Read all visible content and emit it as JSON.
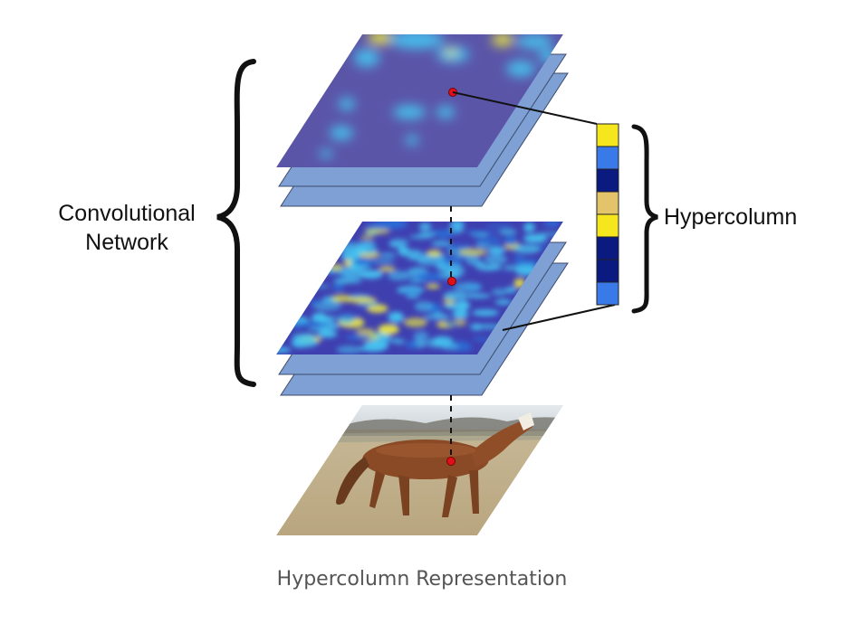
{
  "diagram": {
    "left_label_line1": "Convolutional",
    "left_label_line2": "Network",
    "right_label": "Hypercolumn"
  },
  "caption": "Hypercolumn Representation",
  "colors": {
    "layer_back": "#7ea0d4",
    "layer_top_deep": "#5b55a8",
    "layer_top_mid": "#3f3fb0",
    "highlight_cyan": "#45c4f0",
    "highlight_yellow": "#f0ec3c",
    "connector": "#111111",
    "marker": "#e0101a"
  },
  "hypercolumn_cells": [
    {
      "color": "#f5e61e",
      "name": "yellow"
    },
    {
      "color": "#3a7ae8",
      "name": "light-blue"
    },
    {
      "color": "#0a1a80",
      "name": "navy"
    },
    {
      "color": "#e3c46b",
      "name": "tan"
    },
    {
      "color": "#f5e61e",
      "name": "yellow"
    },
    {
      "color": "#0a1a80",
      "name": "navy"
    },
    {
      "color": "#0a1a80",
      "name": "navy"
    },
    {
      "color": "#3a7ae8",
      "name": "light-blue"
    }
  ]
}
